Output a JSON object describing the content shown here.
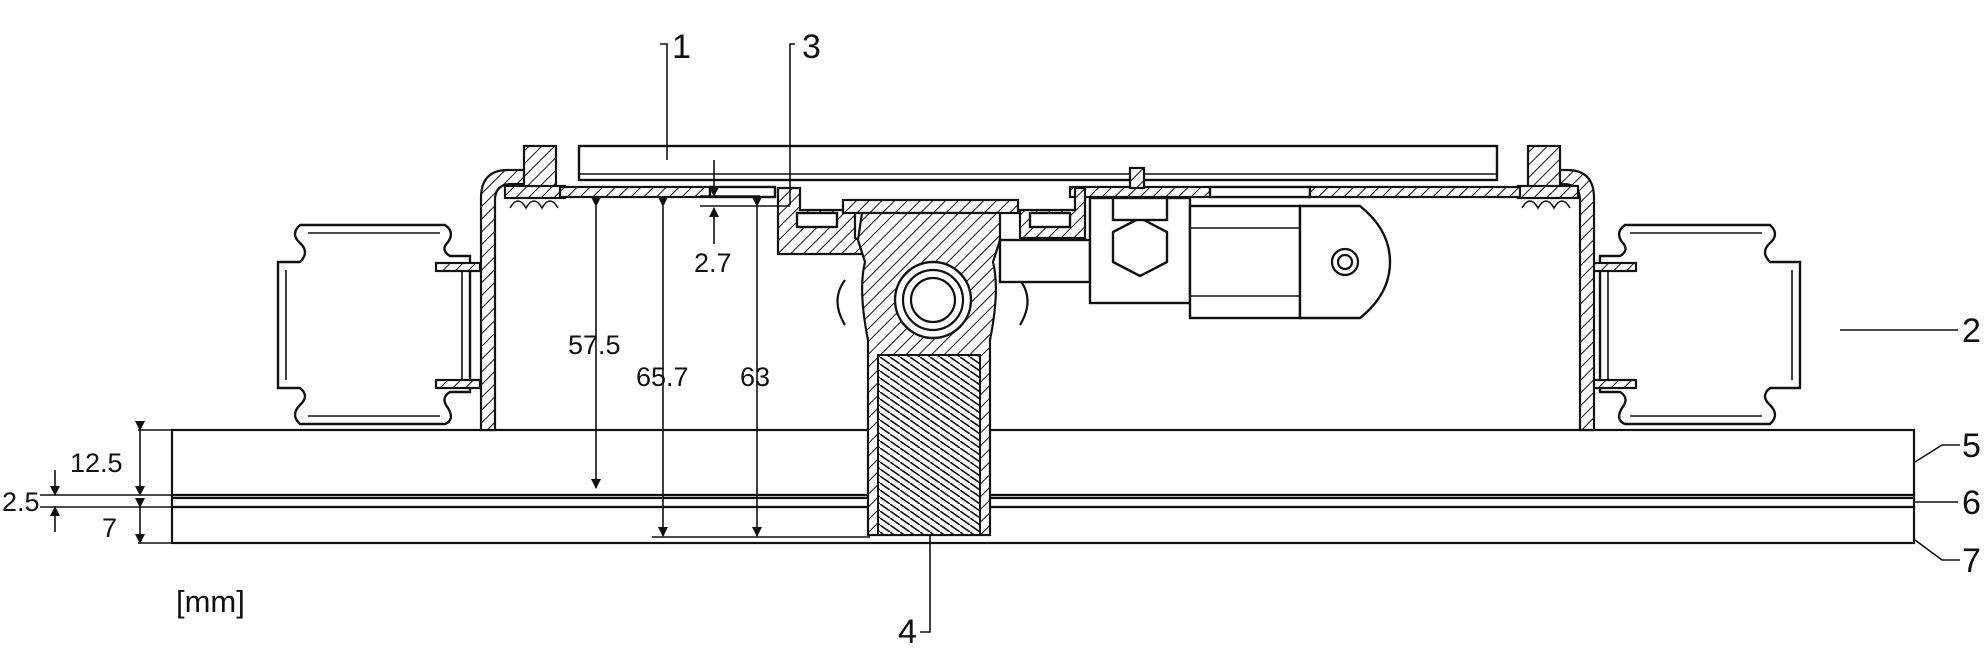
{
  "callouts": {
    "c1": "1",
    "c2": "2",
    "c3": "3",
    "c4": "4",
    "c5": "5",
    "c6": "6",
    "c7": "7"
  },
  "dimensions": {
    "d_2_7": "2.7",
    "d_57_5": "57.5",
    "d_65_7": "65.7",
    "d_63": "63",
    "d_12_5": "12.5",
    "d_2_5": "2.5",
    "d_7": "7"
  },
  "unit_label": "[mm]",
  "colors": {
    "line": "#111111",
    "background": "#ffffff"
  }
}
